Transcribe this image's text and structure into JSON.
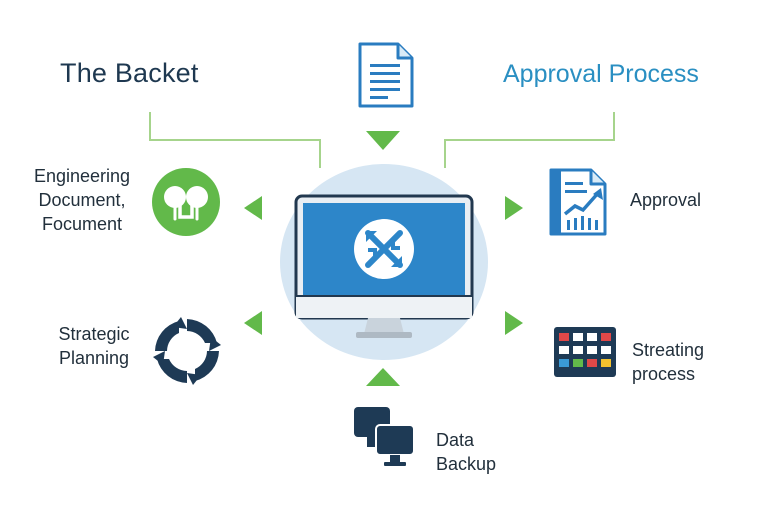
{
  "titles": {
    "left": "The Backet",
    "right": "Approval Process"
  },
  "nodes": {
    "engineering": [
      "Engineering",
      "Document,",
      "Focument"
    ],
    "strategic": [
      "Strategic",
      "Planning"
    ],
    "approval": [
      "Approval"
    ],
    "streating": [
      "Streating",
      "process"
    ],
    "data_backup": [
      "Data",
      "Backup"
    ]
  },
  "icons": {
    "top": "document-icon",
    "engineering": "lungs-icon",
    "strategic": "cycle-arrows-icon",
    "approval": "growth-chart-document-icon",
    "streating": "grid-board-icon",
    "data_backup": "dual-monitor-icon",
    "center": "desktop-monitor-icon",
    "center_logo": "sync-cross-arrows-icon"
  },
  "colors": {
    "navy": "#1e3a55",
    "blue": "#2a7cc0",
    "screen_blue": "#2d86c9",
    "green": "#62b94a",
    "green_line": "#9ccd82",
    "halo": "#d6e6f3",
    "accent_blue_title": "#2a8fc2"
  }
}
